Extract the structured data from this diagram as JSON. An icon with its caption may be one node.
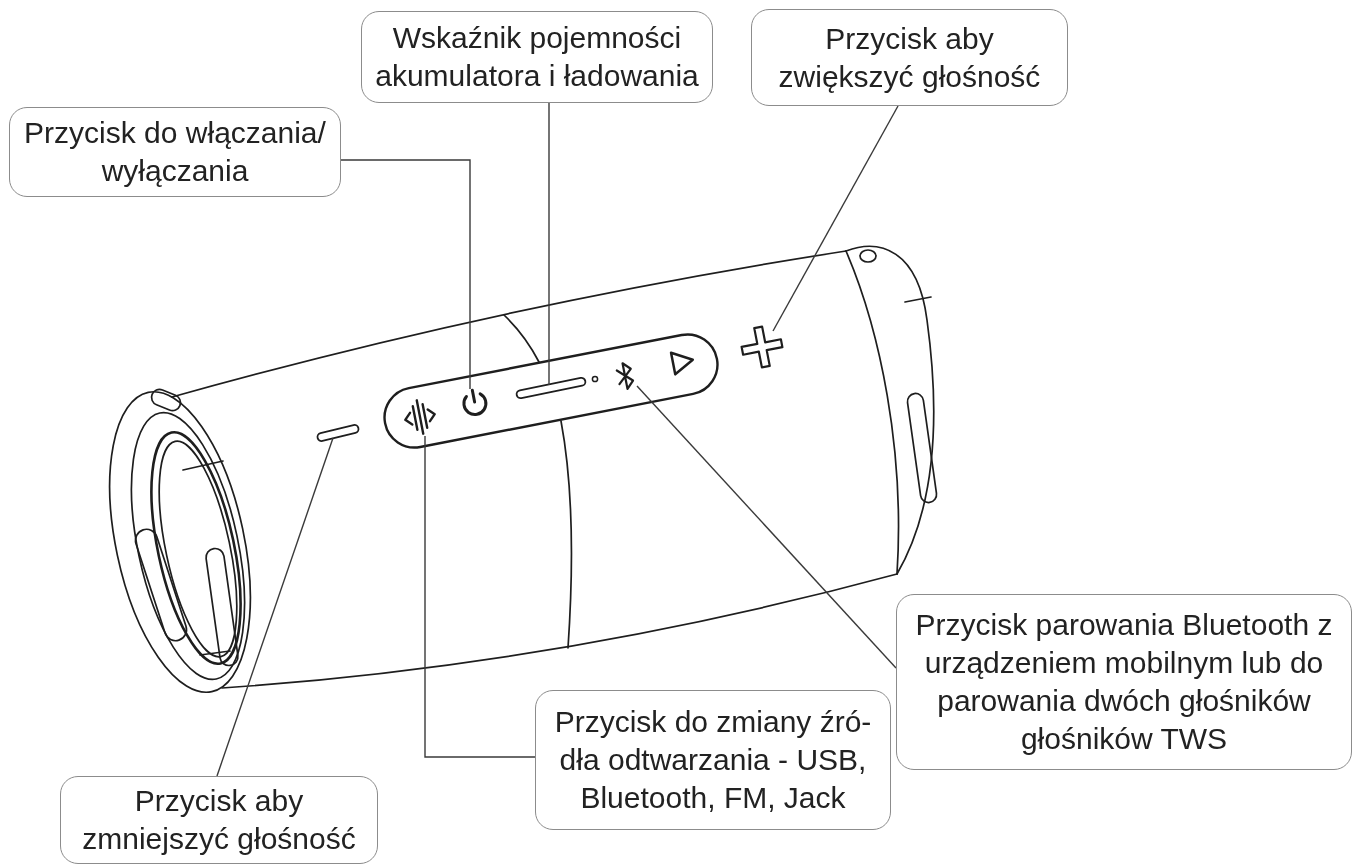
{
  "diagram": {
    "nodes": [
      {
        "text": [
          "Wskaźnik pojemności akumulatora i ładowania"
        ]
      },
      {
        "text": [
          "Przycisk aby zwiększyć głośność"
        ]
      },
      {
        "text": [
          "Przycisk do włączania/ wyłączania"
        ]
      },
      {
        "text": [
          "Przycisk parowania Bluetooth z urządzeniem mobilnym lub do parowania dwóch głośników głośników TWS"
        ]
      },
      {
        "text": [
          "Przycisk do zmiany źró- dła odtwarzania - USB, Bluetooth, FM, Jack"
        ]
      },
      {
        "text": [
          "Przycisk aby zmniejszyć głośność"
        ]
      },
      {
        "text": [],
        "shape": "bar"
      },
      {
        "text": [],
        "shape": "picture"
      },
      {
        "text": [],
        "shape": "picture"
      },
      {
        "text": [],
        "shape": "bar"
      },
      {
        "text": [],
        "shape": "picture"
      },
      {
        "text": [],
        "shape": "picture"
      }
    ],
    "edges": [
      {
        "from": 0,
        "to": 9,
        "arrow": "none"
      },
      {
        "from": 1,
        "to": 11,
        "arrow": "none"
      },
      {
        "from": 2,
        "to": 8,
        "arrow": "none"
      },
      {
        "from": 3,
        "to": 10,
        "arrow": "none"
      },
      {
        "from": 4,
        "to": 7,
        "arrow": "none"
      },
      {
        "from": 5,
        "to": 6,
        "arrow": "none"
      }
    ]
  }
}
